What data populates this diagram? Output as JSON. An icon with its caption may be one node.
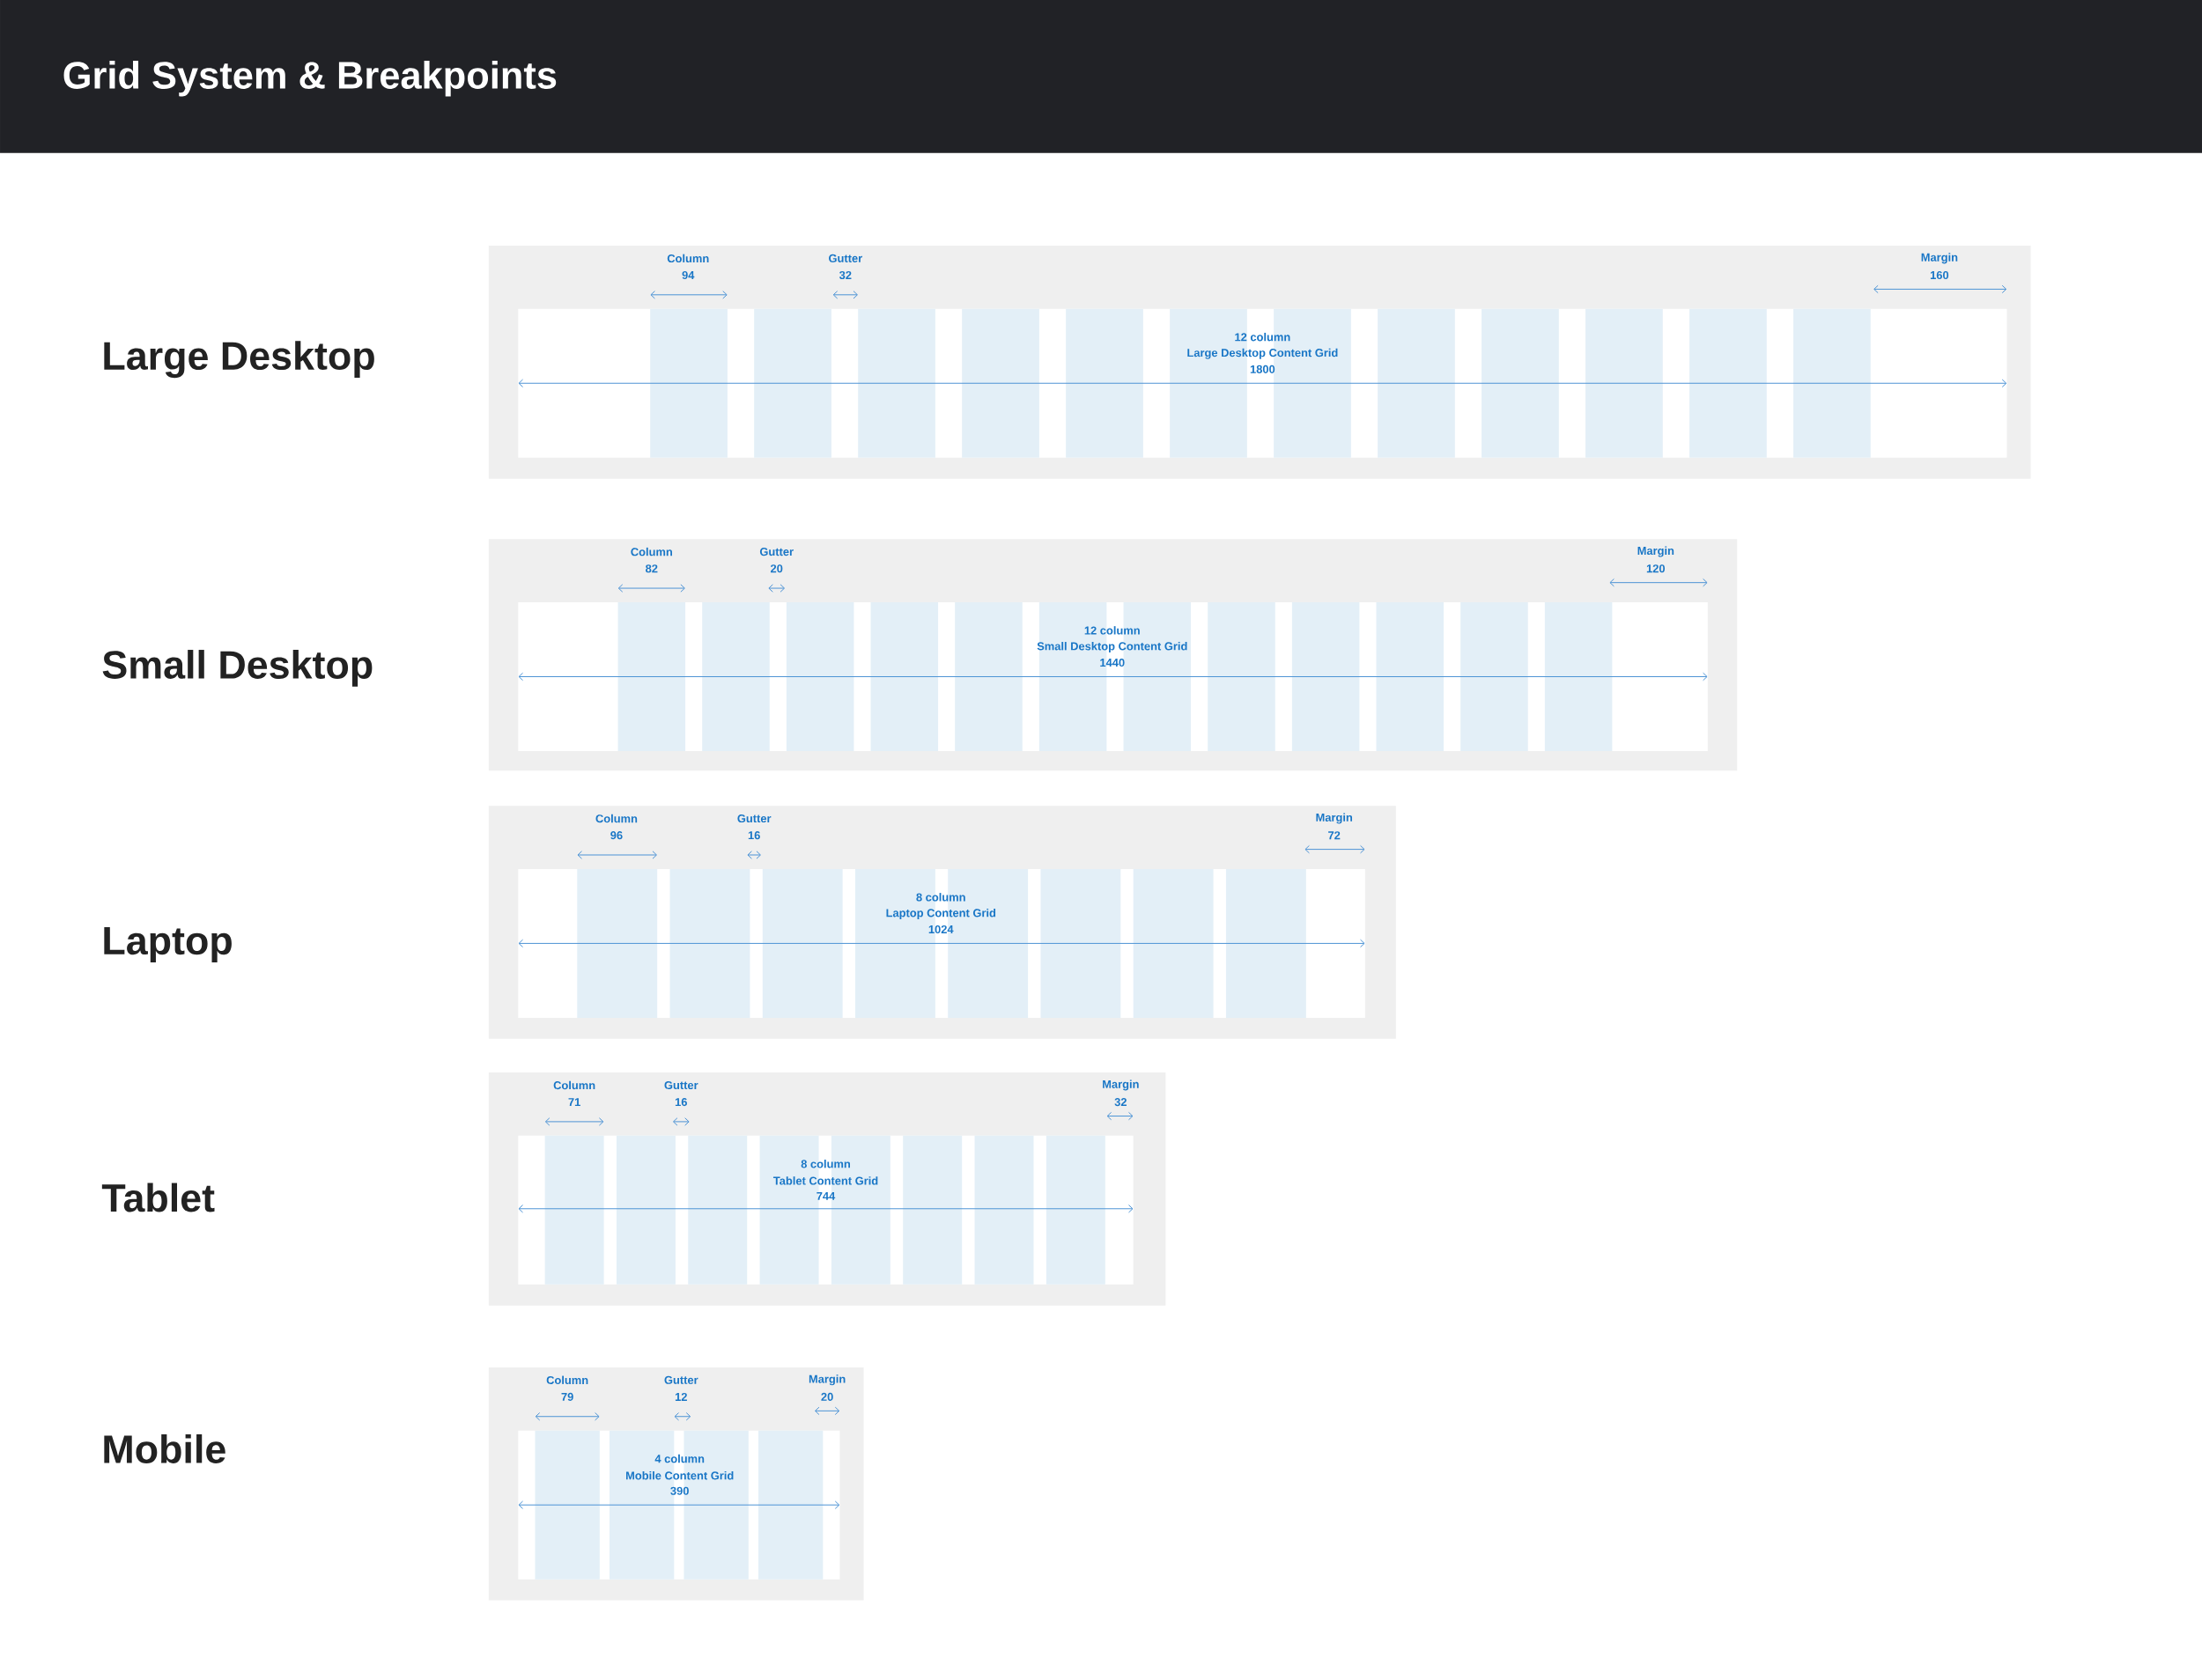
{
  "diagram": {
    "title": "Grid System & Breakpoints",
    "labels": [
      "Large Desktop",
      "Column",
      "94",
      "Gutter",
      "32",
      "Margin",
      "160",
      "12 column",
      "Large Desktop Content Grid",
      "1800",
      "Small Desktop",
      "Column",
      "82",
      "Gutter",
      "20",
      "Margin",
      "120",
      "12 column",
      "Small Desktop Content Grid",
      "1440",
      "Laptop",
      "Column",
      "96",
      "Gutter",
      "16",
      "Margin",
      "72",
      "8 column",
      "Laptop Content Grid",
      "1024",
      "Tablet",
      "Column",
      "71",
      "Gutter",
      "16",
      "Margin",
      "32",
      "8 column",
      "Tablet Content Grid",
      "744",
      "Mobile",
      "Column",
      "79",
      "Gutter",
      "12",
      "Margin",
      "20",
      "4 column",
      "Mobile Content Grid",
      "390"
    ]
  }
}
